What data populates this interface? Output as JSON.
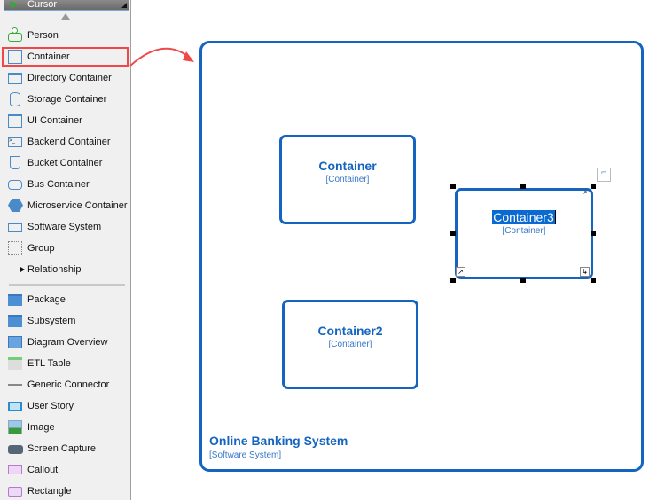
{
  "sidebar": {
    "cursor_label": "Cursor",
    "items": [
      {
        "label": "Person",
        "icon": "person-icon"
      },
      {
        "label": "Container",
        "icon": "container-icon",
        "selected": true
      },
      {
        "label": "Directory Container",
        "icon": "directory-container-icon"
      },
      {
        "label": "Storage Container",
        "icon": "storage-container-icon"
      },
      {
        "label": "UI Container",
        "icon": "ui-container-icon"
      },
      {
        "label": "Backend Container",
        "icon": "backend-container-icon"
      },
      {
        "label": "Bucket Container",
        "icon": "bucket-container-icon"
      },
      {
        "label": "Bus Container",
        "icon": "bus-container-icon"
      },
      {
        "label": "Microservice Container",
        "icon": "microservice-container-icon"
      },
      {
        "label": "Software System",
        "icon": "software-system-icon"
      },
      {
        "label": "Group",
        "icon": "group-icon"
      },
      {
        "label": "Relationship",
        "icon": "relationship-icon"
      }
    ],
    "items2": [
      {
        "label": "Package",
        "icon": "package-icon"
      },
      {
        "label": "Subsystem",
        "icon": "subsystem-icon"
      },
      {
        "label": "Diagram Overview",
        "icon": "diagram-overview-icon"
      },
      {
        "label": "ETL Table",
        "icon": "etl-table-icon"
      },
      {
        "label": "Generic Connector",
        "icon": "generic-connector-icon"
      },
      {
        "label": "User Story",
        "icon": "user-story-icon"
      },
      {
        "label": "Image",
        "icon": "image-icon"
      },
      {
        "label": "Screen Capture",
        "icon": "camera-icon"
      },
      {
        "label": "Callout",
        "icon": "callout-icon"
      },
      {
        "label": "Rectangle",
        "icon": "rectangle-icon"
      }
    ]
  },
  "diagram": {
    "system": {
      "name": "Online Banking System",
      "type": "[Software System]"
    },
    "containers": [
      {
        "name": "Container",
        "type": "[Container]"
      },
      {
        "name": "Container2",
        "type": "[Container]"
      },
      {
        "name": "Container3",
        "type": "[Container]",
        "editing": true
      }
    ]
  },
  "colors": {
    "accent": "#1565c0",
    "highlight": "#f04848",
    "selection": "#0a6ad0"
  }
}
